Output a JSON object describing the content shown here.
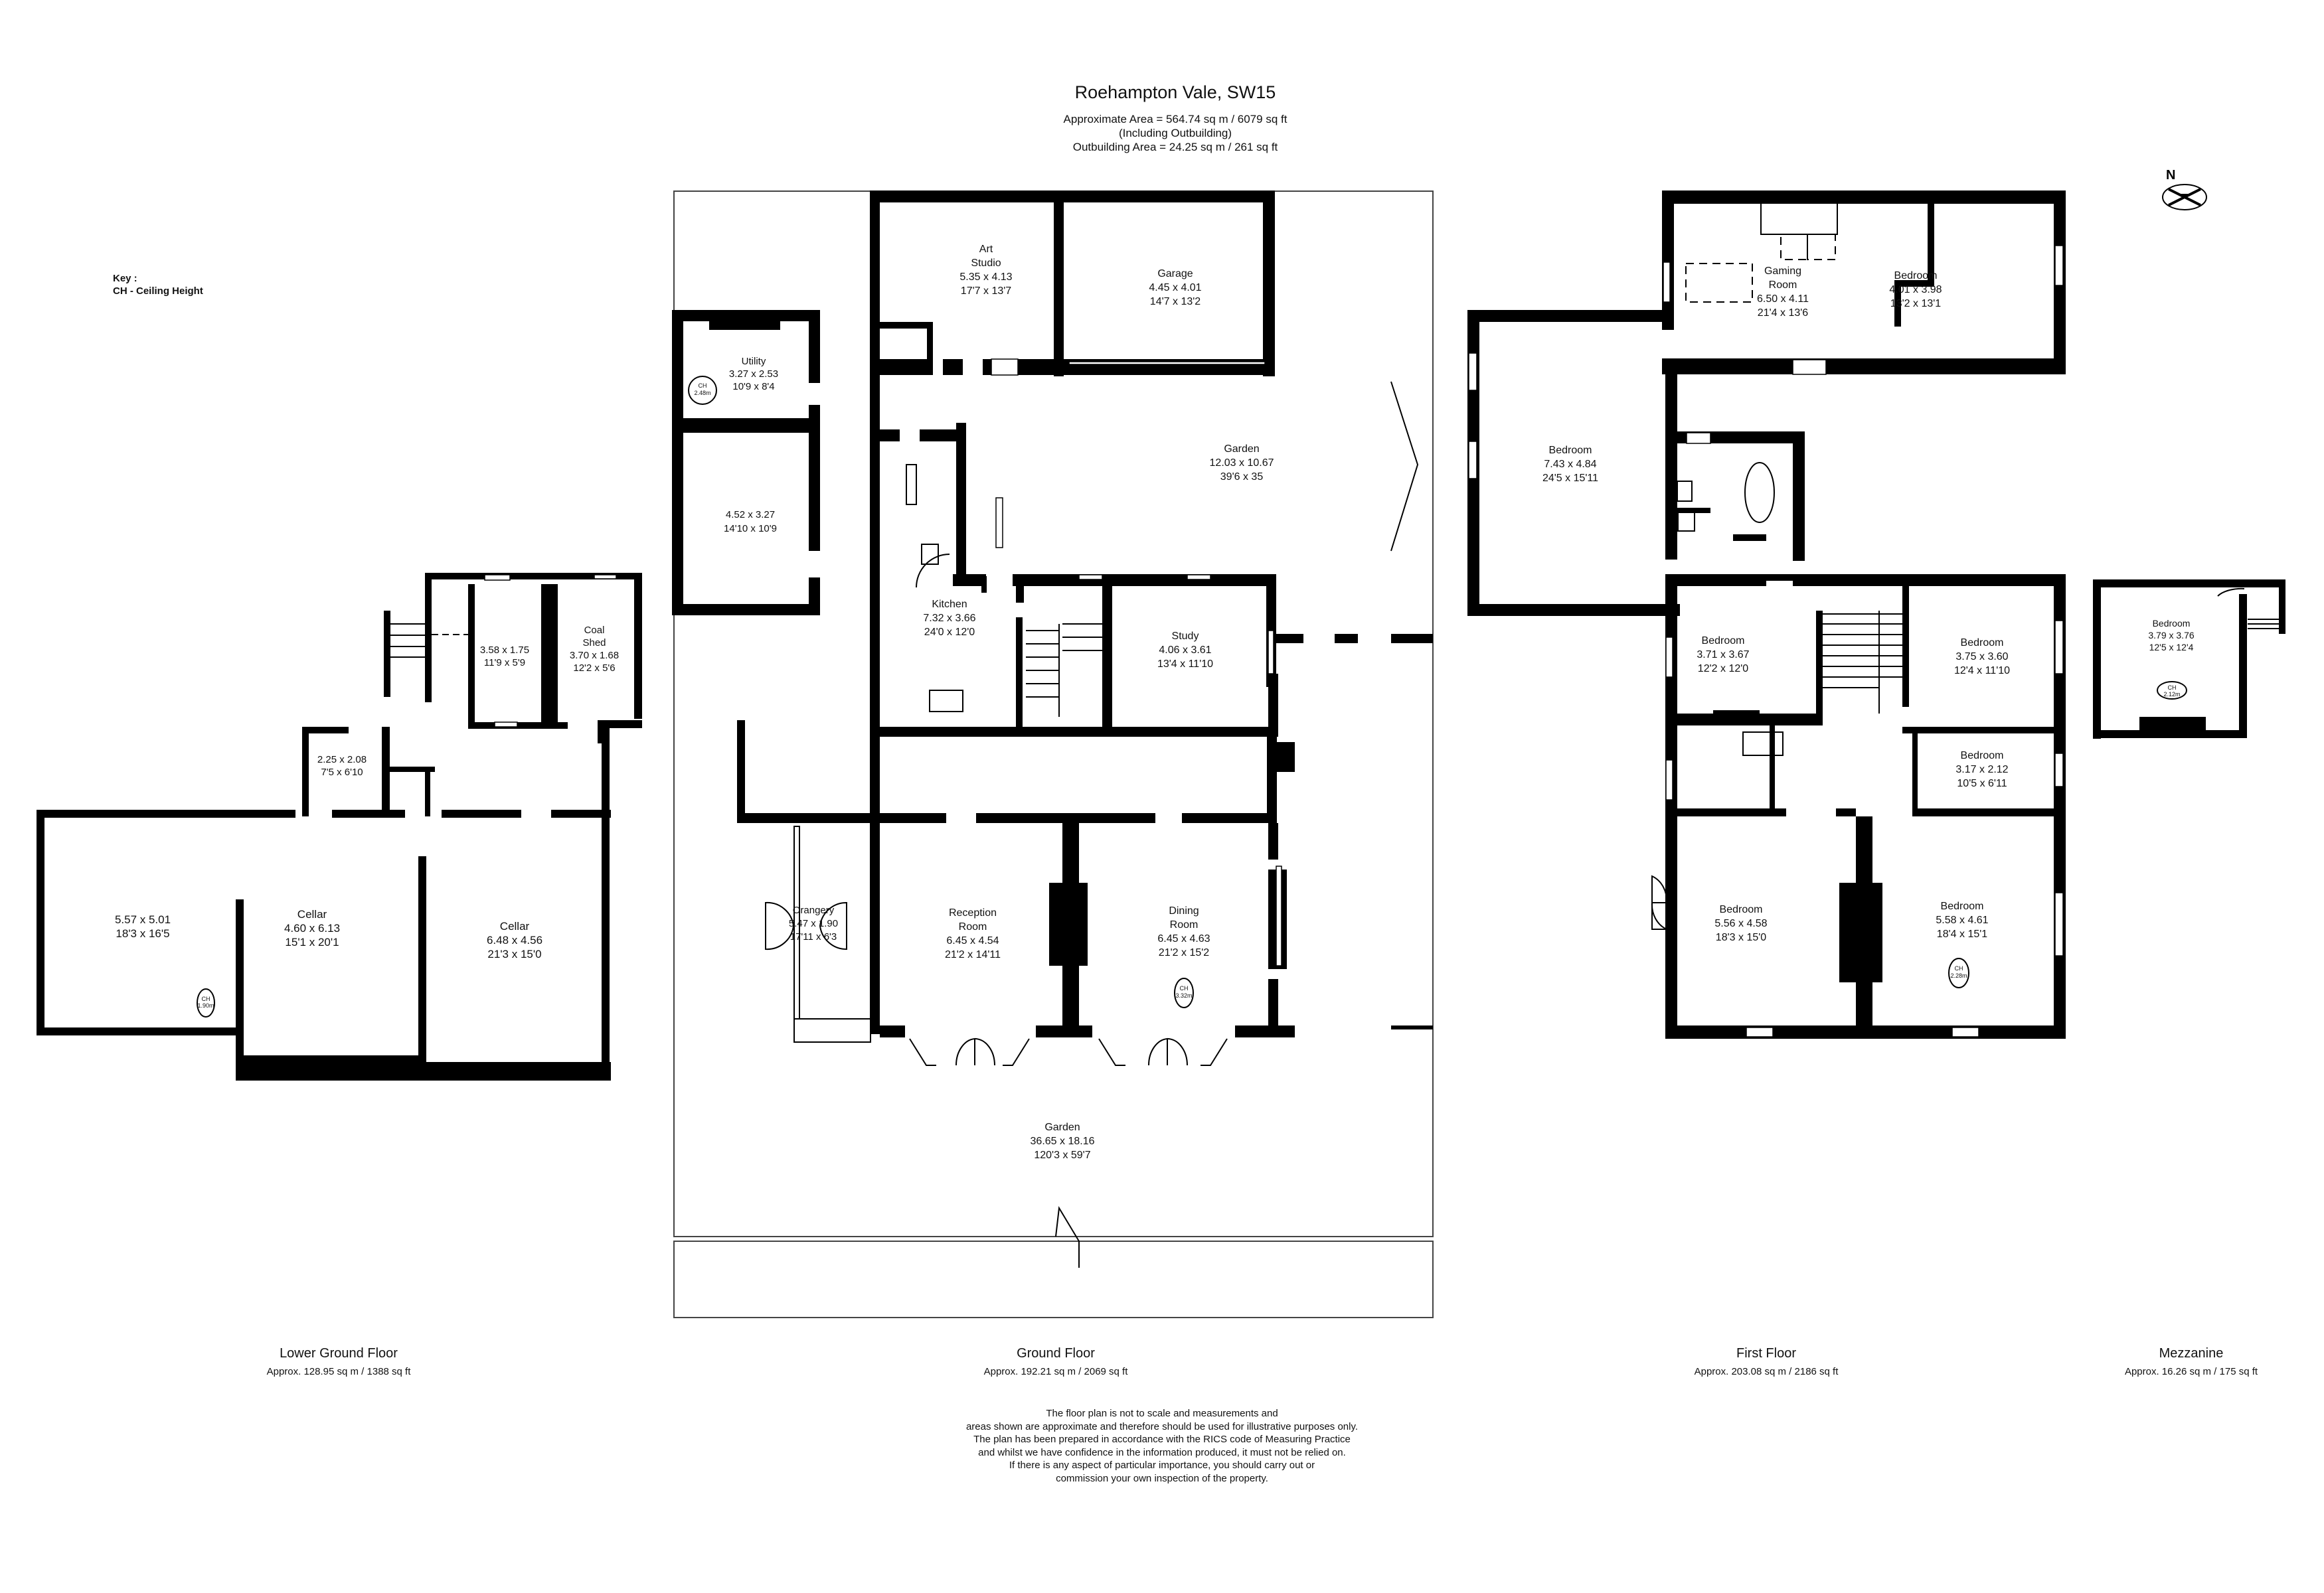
{
  "header": {
    "title": "Roehampton Vale, SW15",
    "approx_area": "Approximate Area =  564.74 sq m / 6079 sq ft",
    "including": "(Including Outbuilding)",
    "outbuilding_area": "Outbuilding Area =  24.25 sq m / 261 sq ft"
  },
  "key": {
    "heading": "Key :",
    "item": "CH - Ceiling Height"
  },
  "compass": {
    "label": "N"
  },
  "floors": [
    {
      "name": "Lower Ground Floor",
      "area": "Approx. 128.95 sq m / 1388 sq ft"
    },
    {
      "name": "Ground Floor",
      "area": "Approx. 192.21 sq m / 2069 sq ft"
    },
    {
      "name": "First Floor",
      "area": "Approx. 203.08 sq m / 2186 sq ft"
    },
    {
      "name": "Mezzanine",
      "area": "Approx. 16.26 sq m / 175 sq ft"
    }
  ],
  "rooms": {
    "lower_ground": [
      {
        "name": "",
        "metric": "5.57 x 5.01",
        "imperial": "18'3 x 16'5"
      },
      {
        "name": "Cellar",
        "metric": "4.60 x 6.13",
        "imperial": "15'1 x 20'1",
        "ch": "1.90m"
      },
      {
        "name": "Cellar",
        "metric": "6.48 x 4.56",
        "imperial": "21'3 x 15'0"
      },
      {
        "name": "",
        "metric": "2.25 x 2.08",
        "imperial": "7'5 x 6'10"
      },
      {
        "name": "",
        "metric": "3.58 x 1.75",
        "imperial": "11'9 x 5'9"
      },
      {
        "name": "Coal Shed",
        "metric": "3.70 x 1.68",
        "imperial": "12'2 x 5'6"
      }
    ],
    "ground": [
      {
        "name": "Utility",
        "metric": "3.27 x 2.53",
        "imperial": "10'9 x 8'4",
        "ch": "2.48m"
      },
      {
        "name": "",
        "metric": "4.52 x 3.27",
        "imperial": "14'10 x 10'9"
      },
      {
        "name": "Art Studio",
        "metric": "5.35 x 4.13",
        "imperial": "17'7 x 13'7"
      },
      {
        "name": "Garage",
        "metric": "4.45 x 4.01",
        "imperial": "14'7 x 13'2"
      },
      {
        "name": "Garden",
        "metric": "12.03 x 10.67",
        "imperial": "39'6 x 35"
      },
      {
        "name": "Kitchen",
        "metric": "7.32 x 3.66",
        "imperial": "24'0 x 12'0"
      },
      {
        "name": "Study",
        "metric": "4.06 x 3.61",
        "imperial": "13'4 x 11'10"
      },
      {
        "name": "Orangery",
        "metric": "5.47 x 1.90",
        "imperial": "17'11 x 6'3"
      },
      {
        "name": "Reception Room",
        "metric": "6.45 x 4.54",
        "imperial": "21'2 x 14'11"
      },
      {
        "name": "Dining Room",
        "metric": "6.45 x 4.63",
        "imperial": "21'2 x 15'2",
        "ch": "3.32m"
      },
      {
        "name": "Garden",
        "metric": "36.65 x 18.16",
        "imperial": "120'3 x 59'7"
      }
    ],
    "first": [
      {
        "name": "Gaming Room",
        "metric": "6.50 x 4.11",
        "imperial": "21'4 x 13'6"
      },
      {
        "name": "Bedroom",
        "metric": "4.01 x 3.98",
        "imperial": "13'2 x 13'1"
      },
      {
        "name": "Bedroom",
        "metric": "7.43 x 4.84",
        "imperial": "24'5 x 15'11"
      },
      {
        "name": "Bedroom",
        "metric": "3.71 x 3.67",
        "imperial": "12'2 x 12'0"
      },
      {
        "name": "Bedroom",
        "metric": "3.75 x 3.60",
        "imperial": "12'4 x 11'10"
      },
      {
        "name": "Bedroom",
        "metric": "3.17 x 2.12",
        "imperial": "10'5 x 6'11"
      },
      {
        "name": "Bedroom",
        "metric": "5.56 x 4.58",
        "imperial": "18'3 x 15'0"
      },
      {
        "name": "Bedroom",
        "metric": "5.58 x 4.61",
        "imperial": "18'4 x 15'1",
        "ch": "2.28m"
      }
    ],
    "mezzanine": [
      {
        "name": "Bedroom",
        "metric": "3.79 x 3.76",
        "imperial": "12'5 x 12'4",
        "ch": "2.12m"
      }
    ]
  },
  "ch_label": "CH",
  "disclaimer": [
    "The floor plan is not to scale and measurements and",
    "areas shown are approximate and therefore should be used for illustrative purposes only.",
    "The plan has been prepared in accordance with the RICS code of Measuring Practice",
    "and whilst we have confidence in the information produced, it must not be relied on.",
    "If there is any aspect of particular importance, you should carry out or",
    "commission your own inspection of the property."
  ]
}
